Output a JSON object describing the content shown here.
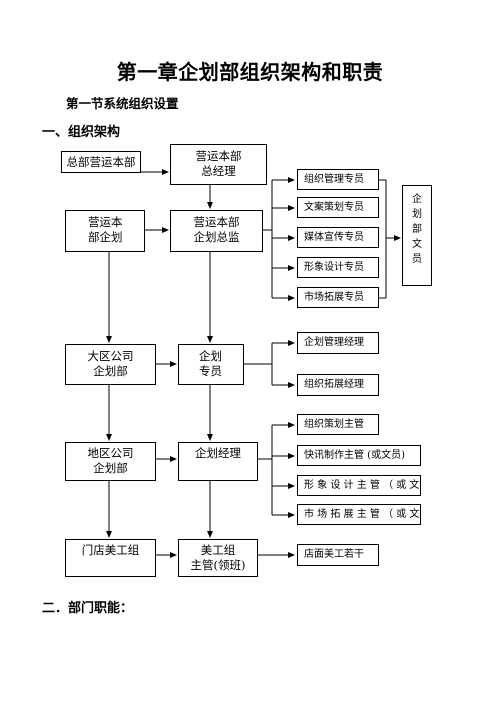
{
  "title": "第一章企划部组织架构和职责",
  "section": "第一节系统组织设置",
  "heading1": "一、组织架构",
  "heading2": "二．部门职能：",
  "nodes": {
    "hq": "总部营运本部",
    "gm_line1": "营运本部",
    "gm_line2": "总经理",
    "plan_line1": "营运本",
    "plan_line2": "部企划",
    "director_line1": "营运本部",
    "director_line2": "企划总监",
    "region_line1": "大区公司",
    "region_line2": "企划部",
    "specialist_line1": "企划",
    "specialist_line2": "专员",
    "district_line1": "地区公司",
    "district_line2": "企划部",
    "manager": "企划经理",
    "store": "门店美工组",
    "art_line1": "美工组",
    "art_line2": "主管(领班)"
  },
  "director_reports": [
    "组织管理专员",
    "文案策划专员",
    "媒体宣传专员",
    "形象设计专员",
    "市场拓展专员"
  ],
  "dept_label": [
    "企",
    "划",
    "部",
    "文",
    "员"
  ],
  "specialist_reports": [
    "企划管理经理",
    "组织拓展经理"
  ],
  "manager_reports": [
    "组织策划主管",
    "快讯制作主管 (或文员)",
    "形 象 设 计 主 管 （ 或 文",
    "市 场 拓 展 主 管 （ 或 文"
  ],
  "art_reports": [
    "店面美工若干"
  ]
}
